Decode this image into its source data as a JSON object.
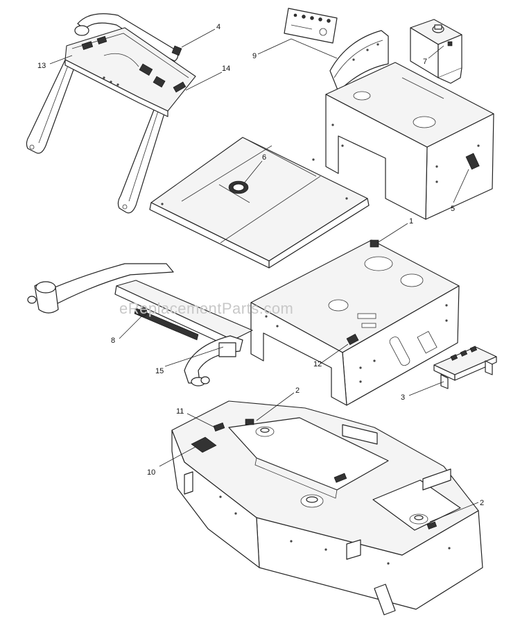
{
  "watermark": "eReplacementParts.com",
  "callouts": [
    {
      "id": "c1",
      "label": "1"
    },
    {
      "id": "c2a",
      "label": "2"
    },
    {
      "id": "c2b",
      "label": "2"
    },
    {
      "id": "c3",
      "label": "3"
    },
    {
      "id": "c4",
      "label": "4"
    },
    {
      "id": "c5",
      "label": "5"
    },
    {
      "id": "c6",
      "label": "6"
    },
    {
      "id": "c7",
      "label": "7"
    },
    {
      "id": "c8",
      "label": "8"
    },
    {
      "id": "c9",
      "label": "9"
    },
    {
      "id": "c10",
      "label": "10"
    },
    {
      "id": "c11",
      "label": "11"
    },
    {
      "id": "c12",
      "label": "12"
    },
    {
      "id": "c13",
      "label": "13"
    },
    {
      "id": "c14",
      "label": "14"
    },
    {
      "id": "c15",
      "label": "15"
    }
  ]
}
